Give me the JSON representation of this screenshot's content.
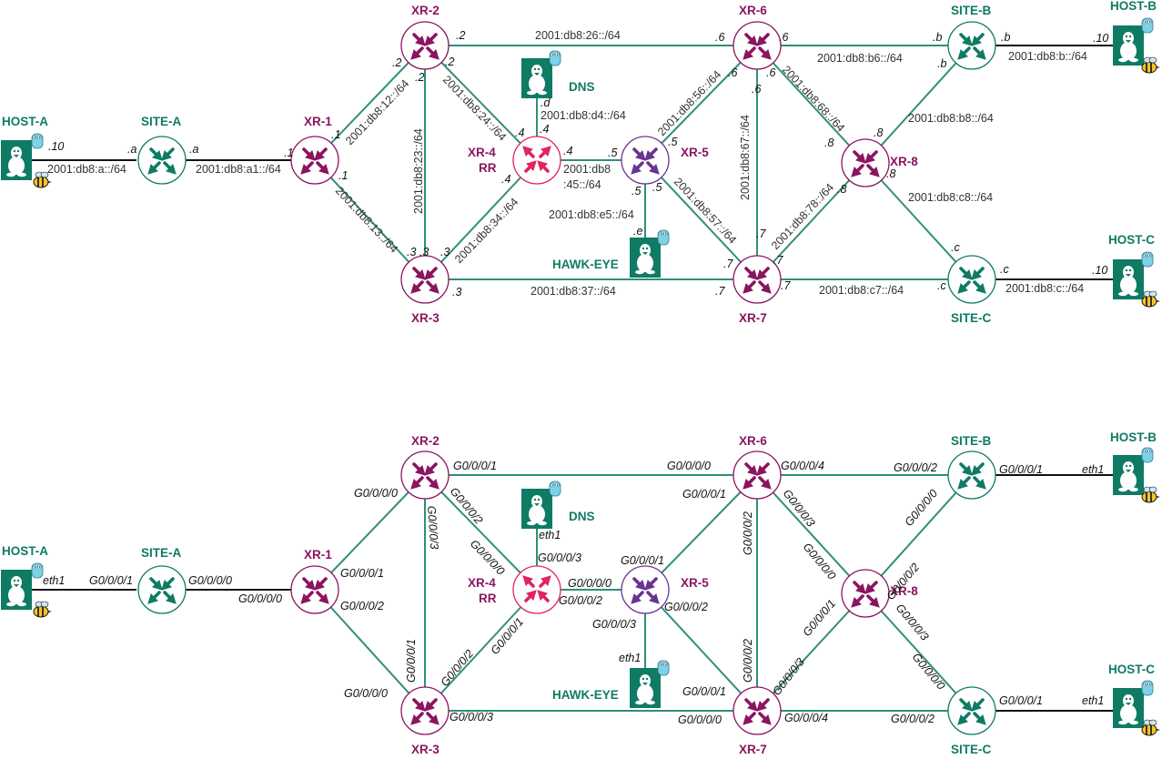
{
  "colors": {
    "green": "#0f7b64",
    "link": "#2e8f79",
    "purple": "#8b1560",
    "xr5": "#6a3592",
    "rr": "#e0245e",
    "gopher": "#7fd2e6",
    "bee": "#f4c430"
  },
  "icons": {
    "router": "router-icon",
    "host": "linux-tux-icon",
    "container": "gopher-icon",
    "bee": "bee-icon"
  },
  "names": {
    "xr1": "XR-1",
    "xr2": "XR-2",
    "xr3": "XR-3",
    "xr4": "XR-4",
    "rr": "RR",
    "xr5": "XR-5",
    "xr6": "XR-6",
    "xr7": "XR-7",
    "xr8": "XR-8",
    "siteA": "SITE-A",
    "siteB": "SITE-B",
    "siteC": "SITE-C",
    "hostA": "HOST-A",
    "hostB": "HOST-B",
    "hostC": "HOST-C",
    "dns": "DNS",
    "hawk": "HAWK-EYE"
  },
  "top": {
    "nets": {
      "a": "2001:db8:a::/64",
      "a1": "2001:db8:a1::/64",
      "n12": "2001:db8:12::/64",
      "n13": "2001:db8:13::/64",
      "n23": "2001:db8:23::/64",
      "n24": "2001:db8:24::/64",
      "n34": "2001:db8:34::/64",
      "n26": "2001:db8:26::/64",
      "n37": "2001:db8:37::/64",
      "d4": "2001:db8:d4::/64",
      "n45a": "2001:db8",
      "n45b": ":45::/64",
      "e5": "2001:db8:e5::/64",
      "n56": "2001:db8:56::/64",
      "n57": "2001:db8:57::/64",
      "n67": "2001:db8:67::/64",
      "n68": "2001:db8:68::/64",
      "n78": "2001:db8:78::/64",
      "b6": "2001:db8:b6::/64",
      "b8": "2001:db8:b8::/64",
      "c8": "2001:db8:c8::/64",
      "c7": "2001:db8:c7::/64",
      "b": "2001:db8:b::/64",
      "c": "2001:db8:c::/64"
    },
    "ifs": {
      "p10": ".10",
      "pa": ".a",
      "pb": ".b",
      "pc": ".c",
      "pd": ".d",
      "pe": ".e",
      "p1": ".1",
      "p2": ".2",
      "p3": ".3",
      "p4": ".4",
      "p5": ".5",
      "p6": ".6",
      "p7": ".7",
      "p8": ".8",
      "p33": ".3 .3"
    }
  },
  "bottom": {
    "ifs": {
      "eth1": "eth1",
      "g0": "G0/0/0/0",
      "g1": "G0/0/0/1",
      "g2": "G0/0/0/2",
      "g3": "G0/0/0/3",
      "g4": "G0/0/0/4"
    }
  }
}
